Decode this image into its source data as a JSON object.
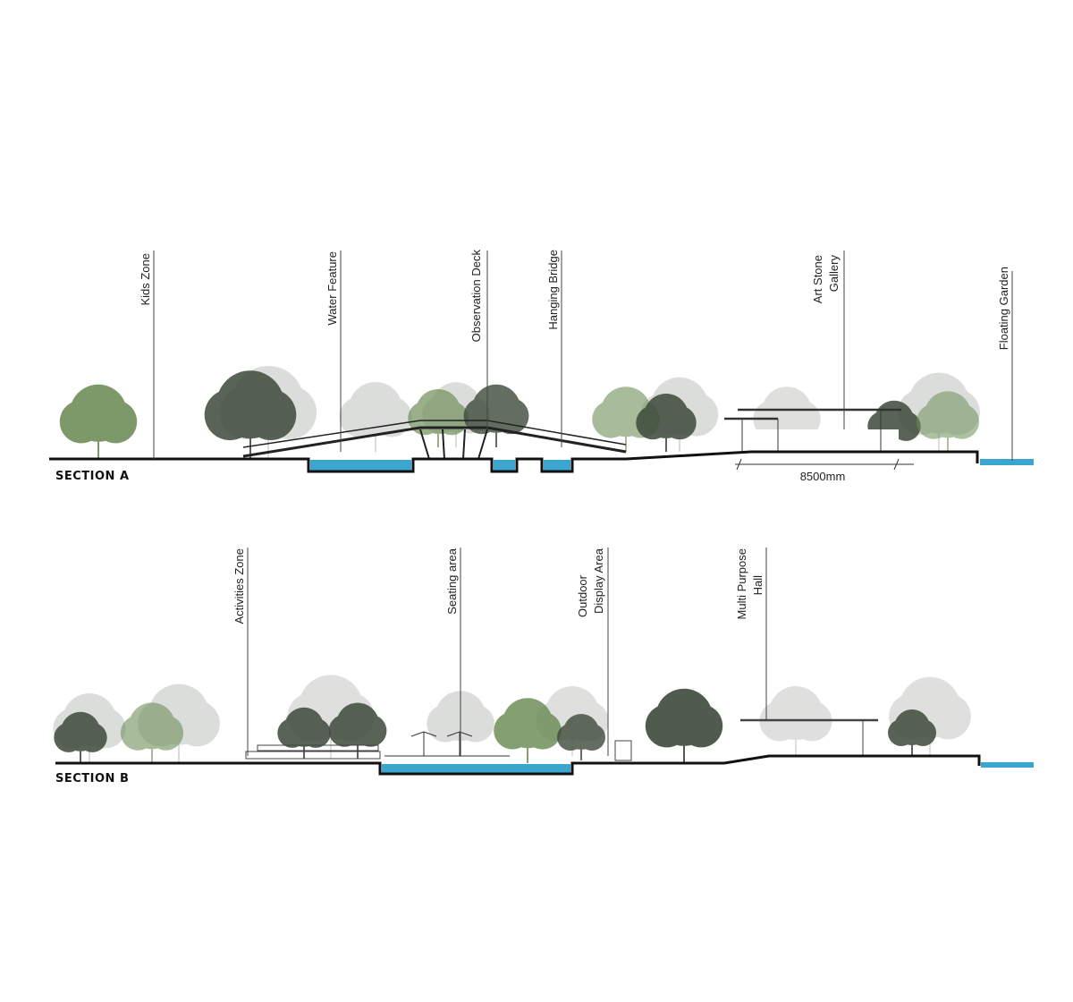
{
  "section_a": {
    "title": "SECTION A",
    "labels": [
      "Kids Zone",
      "Water Feature",
      "Observation Deck",
      "Hanging Bridge",
      [
        "Art Stone",
        "Gallery"
      ],
      "Floating Garden"
    ],
    "dimension": "8500mm"
  },
  "section_b": {
    "title": "SECTION B",
    "labels": [
      "Activities Zone",
      "Seating area",
      [
        "Outdoor",
        "Display Area"
      ],
      [
        "Multi Purpose",
        "Hall"
      ]
    ]
  },
  "colors": {
    "water": "#3aa6cf",
    "ground": "#111111",
    "tree_dark": "#3d4a3a",
    "tree_green": "#6f8f5a",
    "tree_fog": "#b9bcb8"
  }
}
